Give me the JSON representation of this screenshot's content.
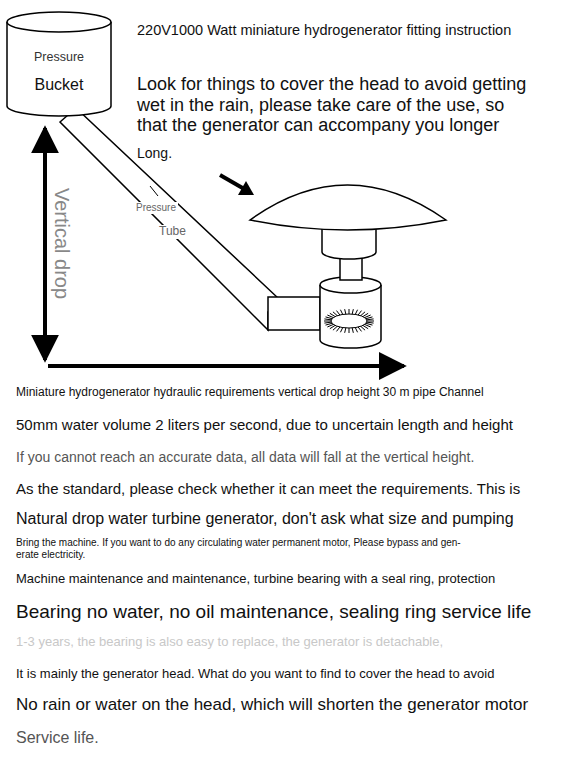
{
  "diagram": {
    "title": "220V1000 Watt miniature hydrogenerator fitting instruction",
    "nodes": [
      {
        "text": [
          "Pressure",
          "Bucket"
        ]
      }
    ],
    "labels": [
      "Look for things to cover the head to avoid getting",
      "wet in the rain, please take care of the use, so",
      "that the generator can accompany you longer",
      "Long.",
      "Pressure",
      "Tube",
      "Vertical drop",
      "Miniature hydrogenerator hydraulic requirements vertical drop height 30 m pipe Channel",
      "50mm water volume 2 liters per second, due to uncertain length and height",
      "If you cannot reach an accurate data, all data will fall at the vertical height.",
      "As the standard, please check whether it can meet the requirements. This is",
      "Natural drop water turbine generator, don't ask what size and pumping",
      "Bring the machine. If you want to do any circulating water permanent motor, Please bypass and gen-",
      "erate electricity.",
      "Machine maintenance and maintenance, turbine bearing with a seal ring, protection",
      "Bearing no water, no oil maintenance, sealing ring service life",
      "1-3 years, the bearing is also easy to replace, the generator is detachable,",
      "It is mainly the generator head. What do you want to find to cover the head to avoid",
      "No rain or water on the head, which will shorten the generator motor",
      "Service life."
    ]
  }
}
